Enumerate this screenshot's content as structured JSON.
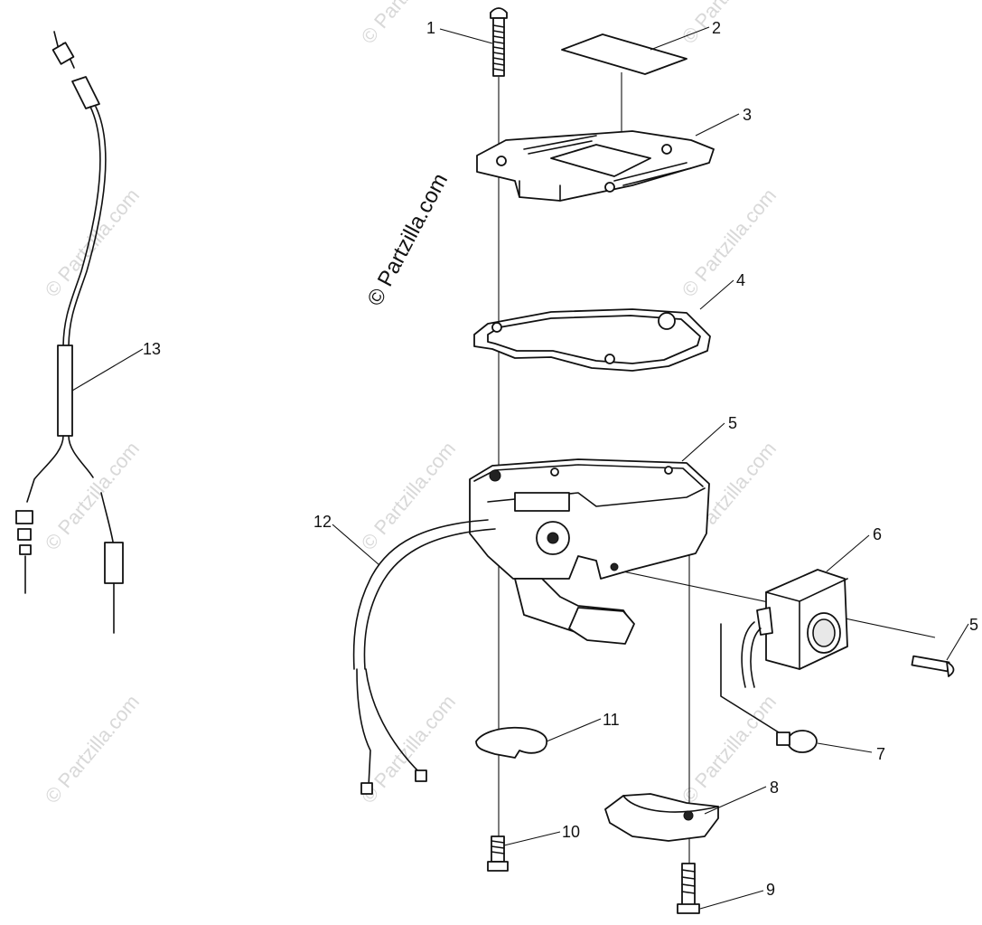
{
  "diagram": {
    "main_watermark": "© Partzilla.com",
    "background_watermark": "© Partzilla.com",
    "callouts": [
      {
        "id": "c1",
        "label": "1"
      },
      {
        "id": "c2",
        "label": "2"
      },
      {
        "id": "c3",
        "label": "3"
      },
      {
        "id": "c4",
        "label": "4"
      },
      {
        "id": "c5a",
        "label": "5"
      },
      {
        "id": "c5b",
        "label": "5"
      },
      {
        "id": "c6",
        "label": "6"
      },
      {
        "id": "c7",
        "label": "7"
      },
      {
        "id": "c8",
        "label": "8"
      },
      {
        "id": "c9",
        "label": "9"
      },
      {
        "id": "c10",
        "label": "10"
      },
      {
        "id": "c11",
        "label": "11"
      },
      {
        "id": "c12",
        "label": "12"
      },
      {
        "id": "c13",
        "label": "13"
      }
    ]
  }
}
